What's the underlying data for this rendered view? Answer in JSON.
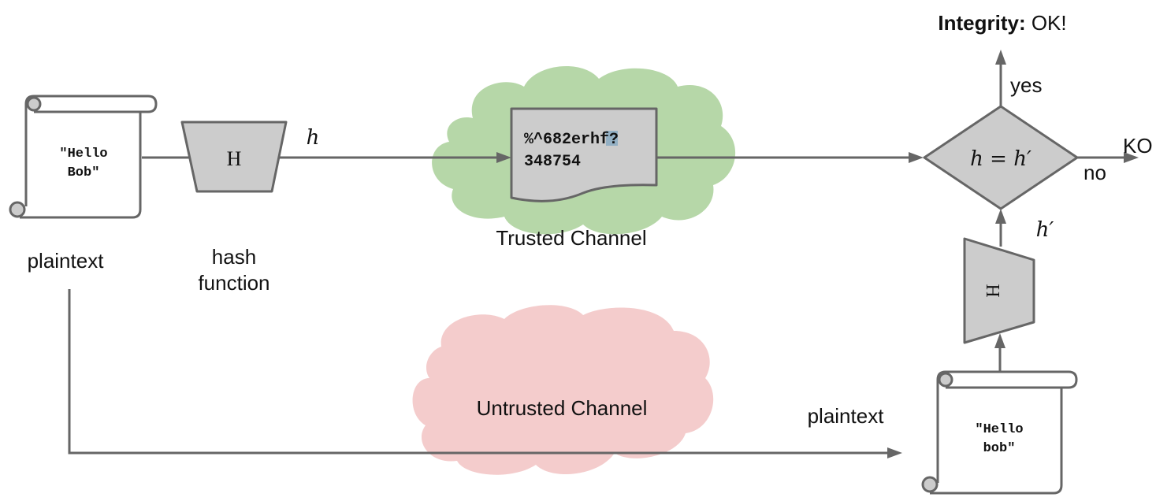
{
  "colors": {
    "line": "#666666",
    "shape_fill": "#cccccc",
    "trusted_cloud": "#b6d7a8",
    "untrusted_cloud": "#f4cccc",
    "highlight": "#93b0c4"
  },
  "sender": {
    "scroll_text_line1": "\"Hello",
    "scroll_text_line2": "Bob\"",
    "scroll_label": "plaintext",
    "hash_symbol": "H",
    "hash_label_line1": "hash",
    "hash_label_line2": "function",
    "hash_output_label": "h"
  },
  "trusted_channel": {
    "label": "Trusted Channel",
    "digest_line1_pre": "%^682er",
    "digest_line1_hl": "h",
    "digest_line1_post": "f?",
    "digest_line2": "348754"
  },
  "untrusted_channel": {
    "label": "Untrusted Channel",
    "transport_label": "plaintext"
  },
  "receiver": {
    "scroll_text_line1": "\"Hello",
    "scroll_text_line2": "bob\"",
    "hash_symbol": "H",
    "hash_output_label": "h′"
  },
  "decision": {
    "condition_h": "h",
    "condition_eq": " = ",
    "condition_hprime": "h′",
    "yes_label": "yes",
    "no_label": "no",
    "ko_label": "KO",
    "result_bold": "Integrity:",
    "result_value": " OK!"
  }
}
